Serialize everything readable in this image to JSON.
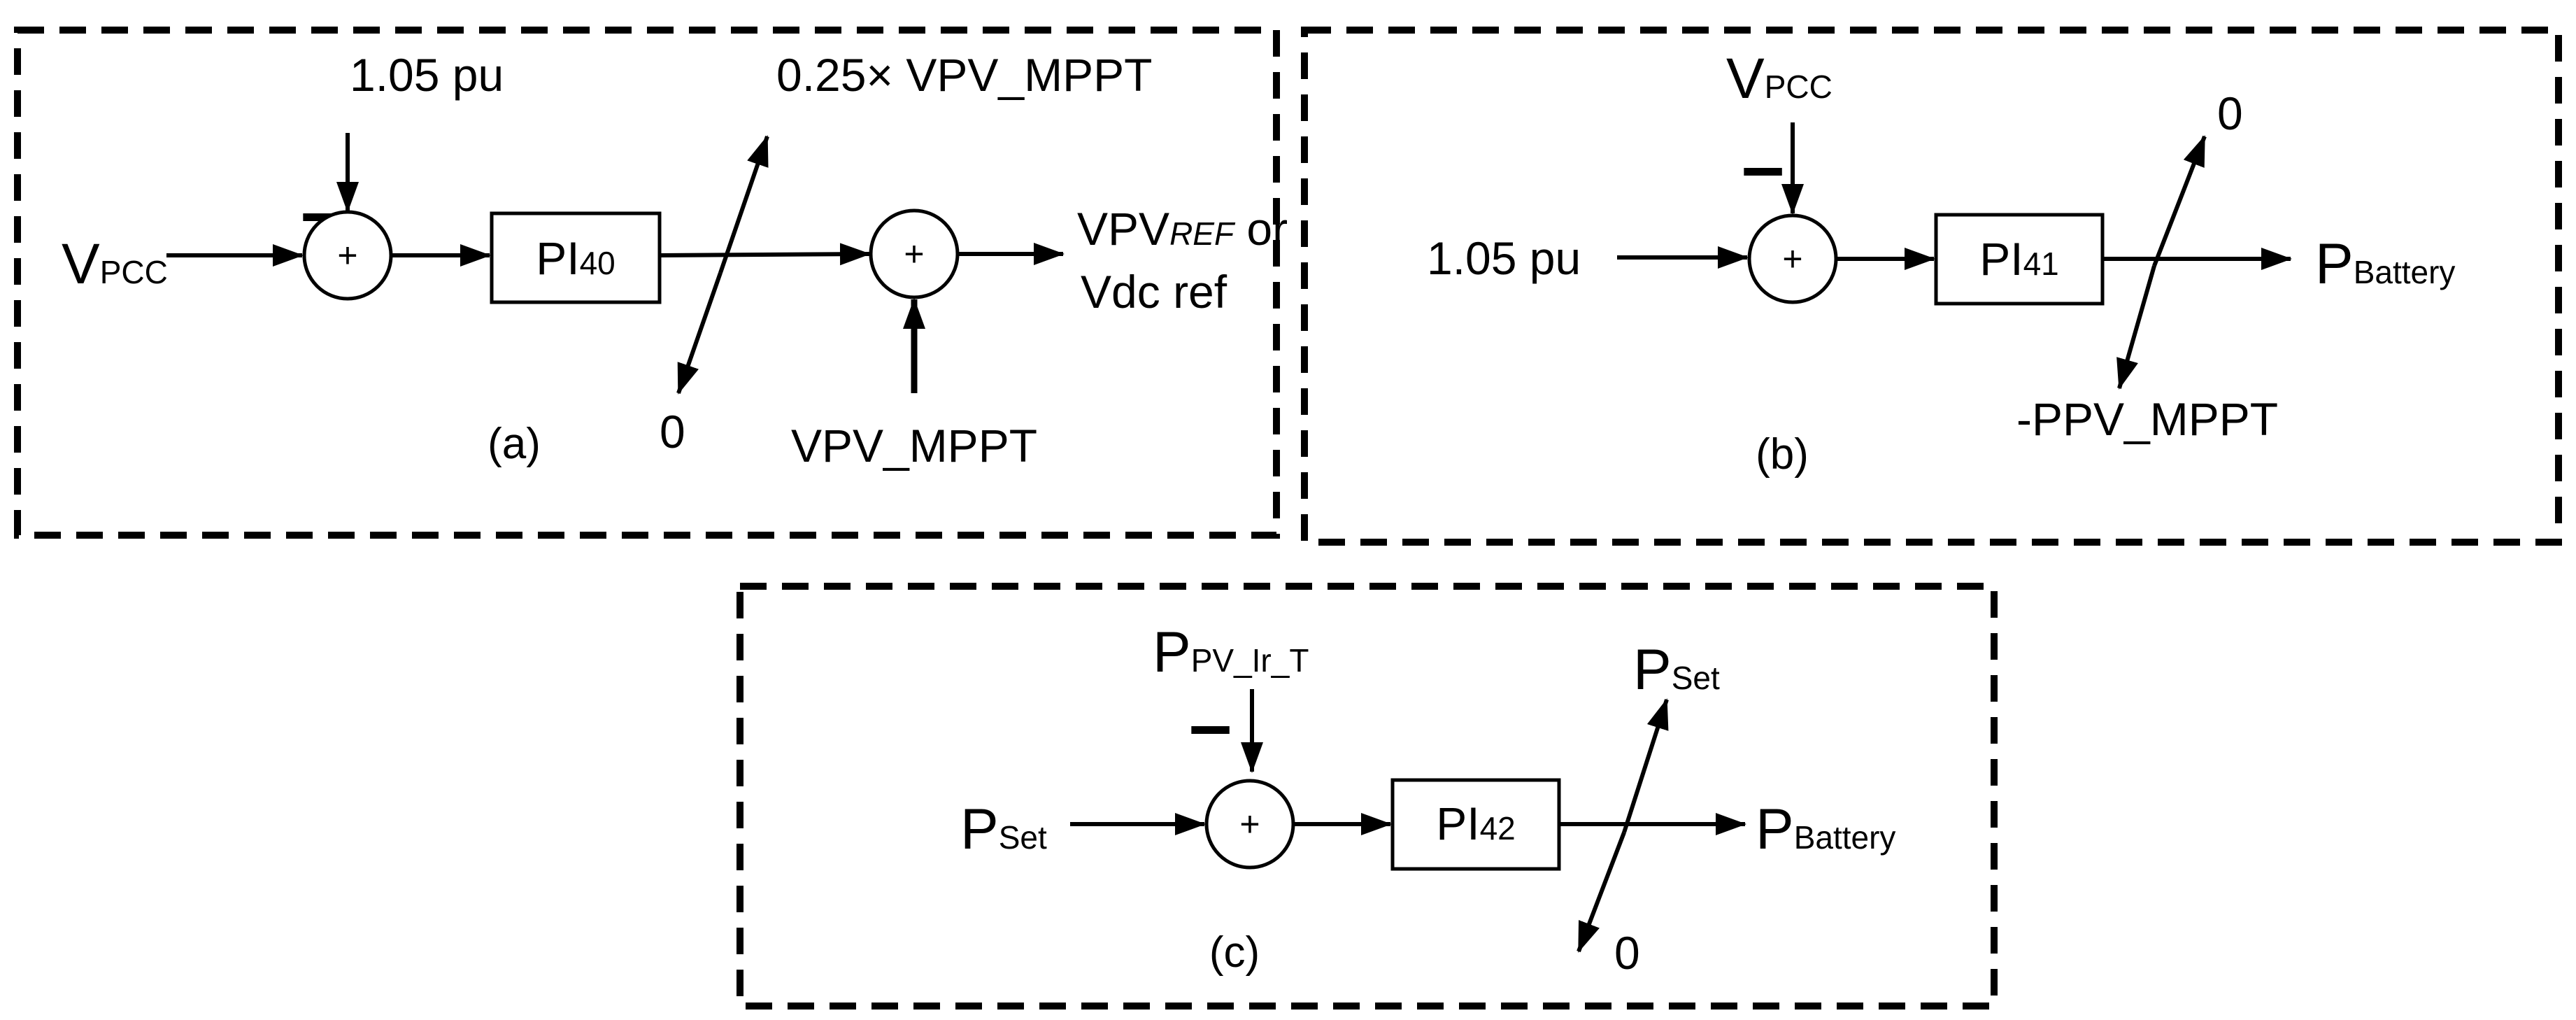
{
  "panel_a": {
    "input_label": "V",
    "input_sub": "PCC",
    "setpoint_label": "1.05 pu",
    "minus_sign": "–",
    "sum_sign": "+",
    "controller_label": "PI",
    "controller_sub": "40",
    "limit_upper": "0.25× VPV_MPPT",
    "limit_lower": "0",
    "sum2_sign": "+",
    "offset_label": "VPV_MPPT",
    "output_line1_label": "VPV",
    "output_line1_sub": "REF",
    "output_line1_tail": " or",
    "output_line2": "Vdc ref",
    "caption": "(a)"
  },
  "panel_b": {
    "disturbance_label": "V",
    "disturbance_sub": "PCC",
    "minus_sign": "–",
    "input_label": "1.05 pu",
    "sum_sign": "+",
    "controller_label": "PI",
    "controller_sub": "41",
    "limit_upper": "0",
    "limit_lower": "-PPV_MPPT",
    "output_label": "P",
    "output_sub": "Battery",
    "caption": "(b)"
  },
  "panel_c": {
    "disturbance_label": "P",
    "disturbance_sub": "PV_Ir_T",
    "minus_sign": "–",
    "input_label": "P",
    "input_sub": "Set",
    "sum_sign": "+",
    "controller_label": "PI",
    "controller_sub": "42",
    "limit_upper_label": "P",
    "limit_upper_sub": "Set",
    "limit_lower": "0",
    "output_label": "P",
    "output_sub": "Battery",
    "caption": "(c)"
  }
}
